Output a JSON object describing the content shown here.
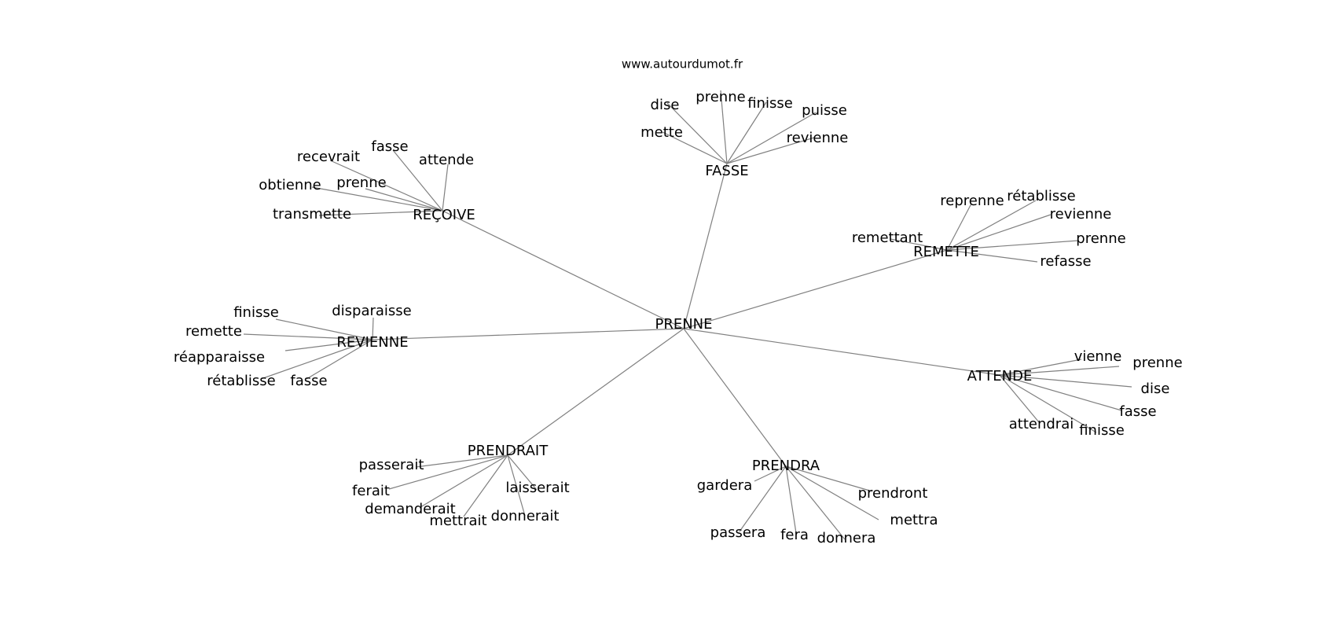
{
  "watermark": "www.autourdumot.fr",
  "center": "PRENNE",
  "clusters": [
    {
      "hub": "FASSE",
      "leaves": [
        "dise",
        "prenne",
        "finisse",
        "puisse",
        "mette",
        "revienne"
      ]
    },
    {
      "hub": "REÇOIVE",
      "leaves": [
        "recevrait",
        "fasse",
        "attende",
        "obtienne",
        "prenne",
        "transmette"
      ]
    },
    {
      "hub": "REMETTE",
      "leaves": [
        "reprenne",
        "rétablisse",
        "revienne",
        "remettant",
        "prenne",
        "refasse"
      ]
    },
    {
      "hub": "REVIENNE",
      "leaves": [
        "finisse",
        "disparaisse",
        "remette",
        "réapparaisse",
        "rétablisse",
        "fasse"
      ]
    },
    {
      "hub": "ATTENDE",
      "leaves": [
        "vienne",
        "prenne",
        "dise",
        "fasse",
        "attendrai",
        "finisse"
      ]
    },
    {
      "hub": "PRENDRAIT",
      "leaves": [
        "passerait",
        "ferait",
        "laisserait",
        "demanderait",
        "mettrait",
        "donnerait"
      ]
    },
    {
      "hub": "PRENDRA",
      "leaves": [
        "gardera",
        "prendront",
        "mettra",
        "passera",
        "fera",
        "donnera"
      ]
    }
  ]
}
